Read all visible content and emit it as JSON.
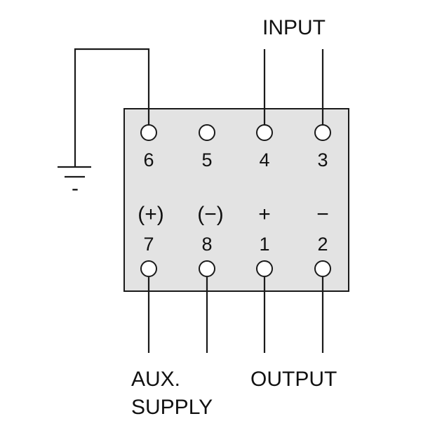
{
  "colors": {
    "box_fill": "#e3e3e3",
    "line": "#1a1a1a",
    "background": "#ffffff"
  },
  "labels": {
    "input": "INPUT",
    "output": "OUTPUT",
    "aux_line1": "AUX.",
    "aux_line2": "SUPPLY",
    "ground_minus": "-"
  },
  "terminals_top": [
    {
      "number": "6"
    },
    {
      "number": "5"
    },
    {
      "number": "4"
    },
    {
      "number": "3"
    }
  ],
  "terminals_bottom": [
    {
      "number": "7",
      "polarity": "(+)"
    },
    {
      "number": "8",
      "polarity": "(−)"
    },
    {
      "number": "1",
      "polarity": "+"
    },
    {
      "number": "2",
      "polarity": "−"
    }
  ]
}
